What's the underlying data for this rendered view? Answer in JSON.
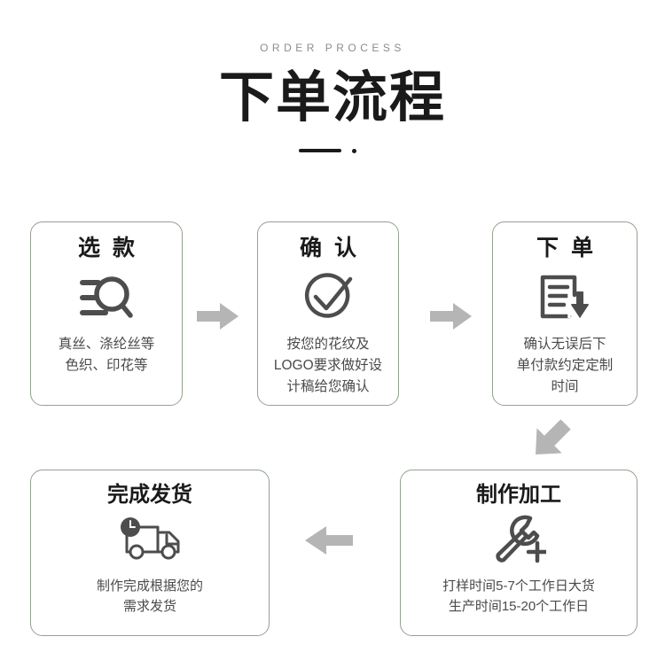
{
  "header": {
    "eyebrow": "ORDER PROCESS",
    "title": "下单流程",
    "divider_icon": "line-dot-divider"
  },
  "colors": {
    "card_border": "#93a290",
    "title_text": "#1a1a1a",
    "body_text": "#4a4a4a",
    "eyebrow_text": "#8c8c8c",
    "icon_stroke": "#4d4d4d",
    "arrow_fill": "#b5b5b5",
    "background": "#ffffff"
  },
  "steps": [
    {
      "id": "select-style",
      "title": "选  款",
      "icon": "search-list-icon",
      "text": "真丝、涤纶丝等\n色织、印花等"
    },
    {
      "id": "confirm",
      "title": "确  认",
      "icon": "check-circle-icon",
      "text": "按您的花纹及\nLOGO要求做好设\n计稿给您确认"
    },
    {
      "id": "place-order",
      "title": "下  单",
      "icon": "document-download-icon",
      "text": "确认无误后下\n单付款约定定制\n时间"
    },
    {
      "id": "production",
      "title": "制作加工",
      "icon": "wrench-plus-icon",
      "text": "打样时间5-7个工作日大货\n生产时间15-20个工作日"
    },
    {
      "id": "shipping",
      "title": "完成发货",
      "icon": "truck-clock-icon",
      "text": "制作完成根据您的\n需求发货"
    }
  ],
  "arrows": [
    {
      "id": "arrow-step1-step2",
      "icon": "arrow-right-icon",
      "direction": "right"
    },
    {
      "id": "arrow-step2-step3",
      "icon": "arrow-right-icon",
      "direction": "right"
    },
    {
      "id": "arrow-step3-step4",
      "icon": "arrow-down-left-icon",
      "direction": "down-left"
    },
    {
      "id": "arrow-step4-step5",
      "icon": "arrow-left-icon",
      "direction": "left"
    }
  ]
}
